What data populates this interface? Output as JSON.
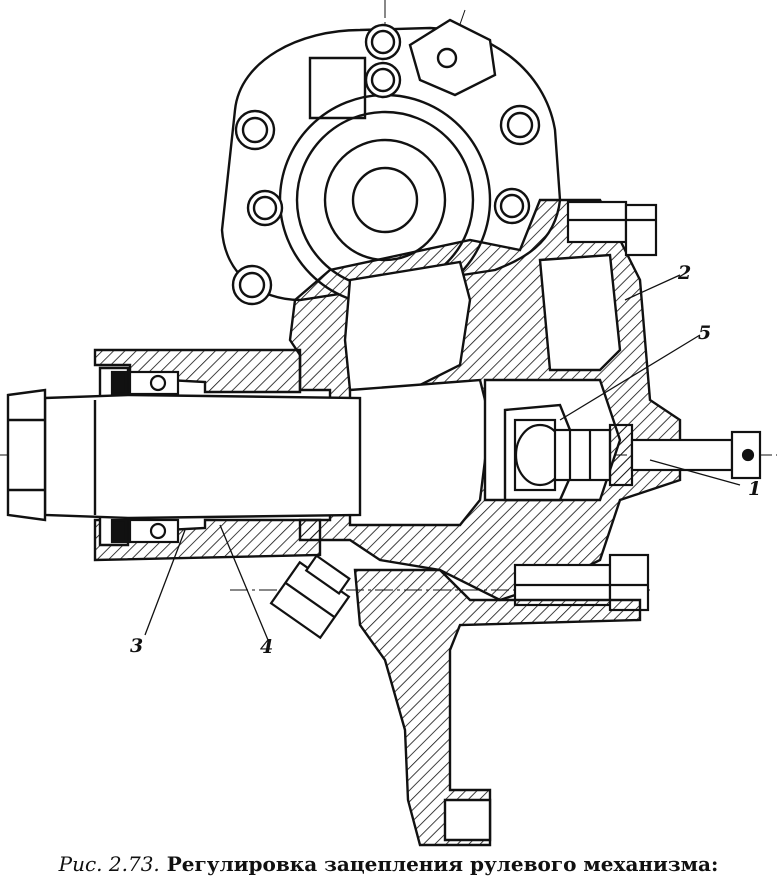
{
  "figure": {
    "callouts": [
      "1",
      "2",
      "3",
      "4",
      "5"
    ]
  },
  "caption": {
    "prefix": "Рис. 2.73.",
    "text": "Регулировка зацепления рулевого механизма:"
  }
}
